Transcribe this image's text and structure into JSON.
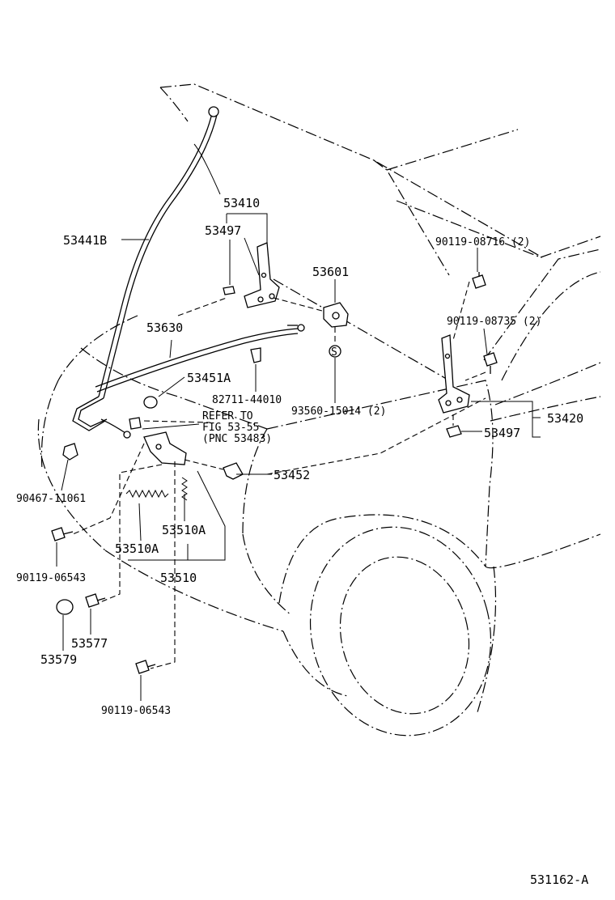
{
  "labels": {
    "p53410": "53410",
    "p53441b": "53441B",
    "p53497_top": "53497",
    "p53601": "53601",
    "p90119_08716": "90119-08716 (2)",
    "p53630": "53630",
    "p90119_08735": "90119-08735 (2)",
    "p53451a": "53451A",
    "p82711": "82711-44010",
    "p93560": "93560-15014 (2)",
    "p53420": "53420",
    "p53497_right": "53497",
    "refer1": "REFER TO",
    "refer2": "FIG 53-55",
    "refer3": "(PNC 53483)",
    "p53452": "53452",
    "p90467": "90467-11061",
    "p53510a_right": "53510A",
    "p53510a_left": "53510A",
    "p53510": "53510",
    "p90119_06543_a": "90119-06543",
    "p53577": "53577",
    "p53579": "53579",
    "p90119_06543_b": "90119-06543",
    "s_mark": "S"
  },
  "figure_id": "531162-A"
}
